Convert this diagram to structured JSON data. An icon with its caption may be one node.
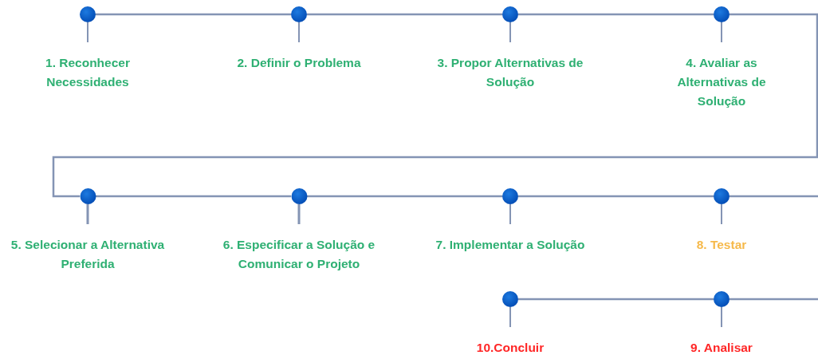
{
  "diagram": {
    "nodes": [
      {
        "text": [
          "1. Reconhecer Necessidades"
        ]
      },
      {
        "text": [
          "2. Definir o Problema"
        ]
      },
      {
        "text": [
          "3. Propor Alternativas de Solução"
        ]
      },
      {
        "text": [
          "4. Avaliar as Alternativas de Solução"
        ]
      },
      {
        "text": [
          "5. Selecionar a Alternativa Preferida"
        ]
      },
      {
        "text": [
          "6. Especificar a Solução e Comunicar o Projeto"
        ]
      },
      {
        "text": [
          "7. Implementar a Solução"
        ]
      },
      {
        "text": [
          "8. Testar"
        ]
      },
      {
        "text": [
          "9. Analisar"
        ]
      },
      {
        "text": [
          "10.Concluir"
        ]
      }
    ],
    "edges": [
      {
        "from": 0,
        "to": 1,
        "arrow": "none"
      },
      {
        "from": 1,
        "to": 2,
        "arrow": "none"
      },
      {
        "from": 2,
        "to": 3,
        "arrow": "none"
      },
      {
        "from": 3,
        "to": 4,
        "arrow": "none"
      },
      {
        "from": 4,
        "to": 5,
        "arrow": "none"
      },
      {
        "from": 5,
        "to": 6,
        "arrow": "none"
      },
      {
        "from": 6,
        "to": 7,
        "arrow": "none"
      },
      {
        "from": 7,
        "to": 8,
        "arrow": "none"
      },
      {
        "from": 8,
        "to": 9,
        "arrow": "none"
      }
    ]
  }
}
